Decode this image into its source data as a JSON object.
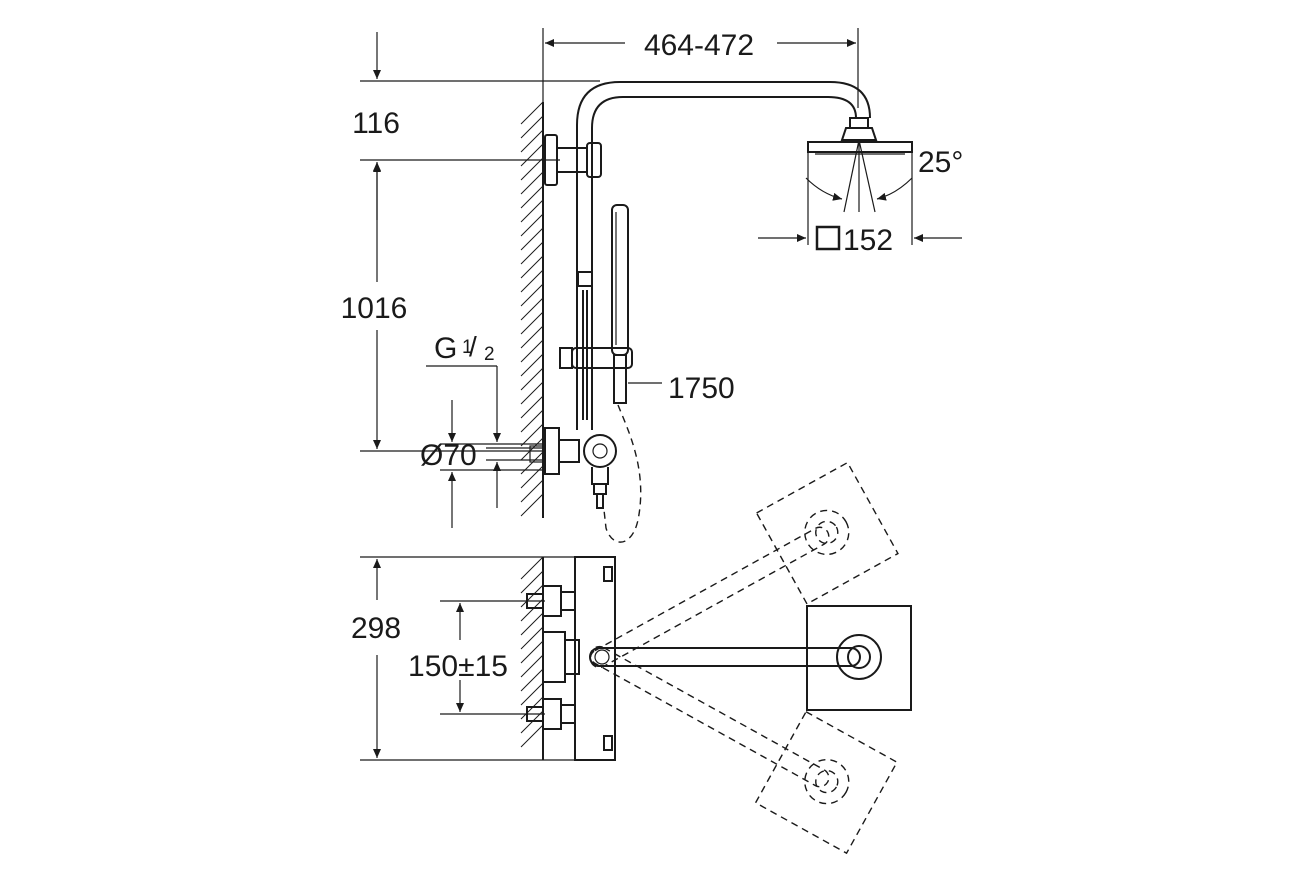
{
  "dimensions": {
    "arm_reach": "464-472",
    "top_offset": "116",
    "rail_height": "1016",
    "thread_main": "G",
    "thread_num": "1",
    "thread_den": "2",
    "rose_diameter": "Ø70",
    "handshower_height": "1750",
    "head_angle": "25°",
    "head_size": "152",
    "plan_depth": "298",
    "inlet_spacing": "150±15"
  },
  "colors": {
    "line": "#1a1a1a",
    "background": "#ffffff"
  }
}
